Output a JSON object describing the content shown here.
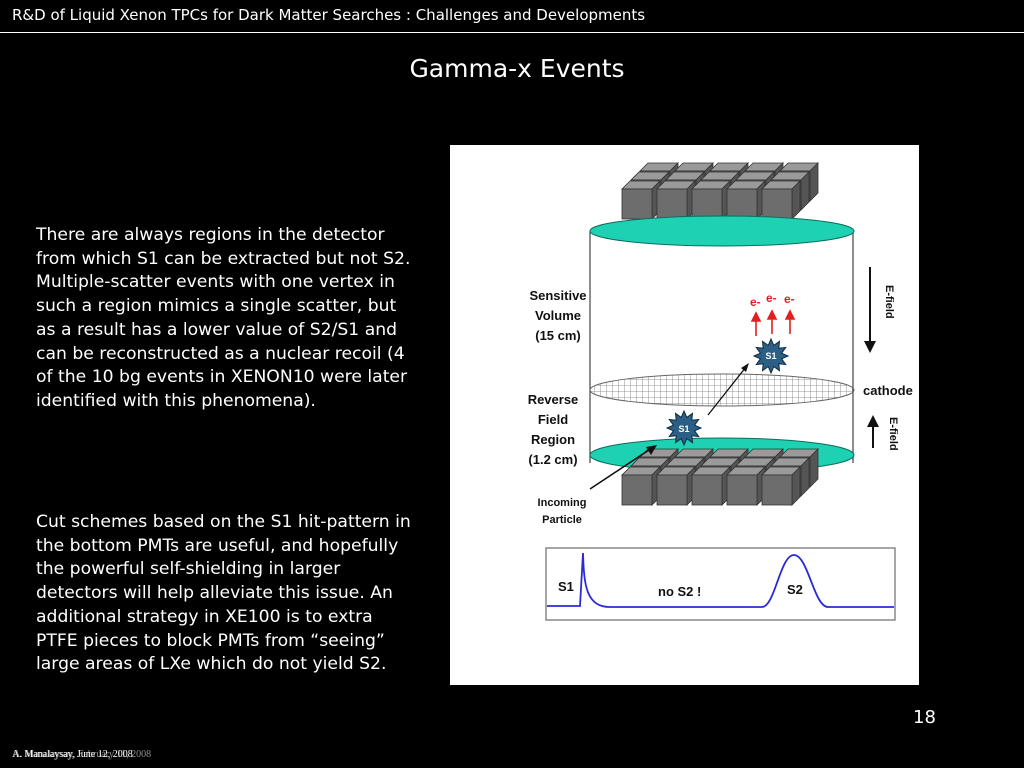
{
  "header": {
    "title": "R&D of Liquid Xenon TPCs for Dark Matter Searches : Challenges and Developments"
  },
  "slide": {
    "title": "Gamma-x Events",
    "paragraph1": "There are always regions in the detector from which S1 can be extracted but not S2.  Multiple-scatter events with one vertex in such a region mimics a single scatter, but as a result has a lower value of S2/S1 and can be reconstructed as a nuclear recoil (4 of the 10 bg events in XENON10 were later identified with this phenomena).",
    "paragraph2": "Cut schemes based on the S1 hit-pattern in the bottom PMTs are useful, and hopefully the powerful self-shielding in larger detectors will help alleviate this issue.  An additional strategy in XE100 is to extra PTFE pieces to block PMTs from “seeing” large areas of LXe which do not yield S2.",
    "number": "18"
  },
  "footer": {
    "text_main": "A. Manalaysay, June 12, 2008",
    "text_overlap": "A. Manalaysay, February 11, 2008"
  },
  "figure": {
    "sensitive_volume_line1": "Sensitive",
    "sensitive_volume_line2": "Volume",
    "sensitive_volume_line3": "(15 cm)",
    "reverse_field_line1": "Reverse",
    "reverse_field_line2": "Field",
    "reverse_field_line3": "Region",
    "reverse_field_line4": "(1.2 cm)",
    "incoming_line1": "Incoming",
    "incoming_line2": "Particle",
    "e_field_label": "E-field",
    "cathode_label": "cathode",
    "electron_label": "e-",
    "s1_star_label": "S1",
    "waveform_s1": "S1",
    "waveform_no_s2": "no S2 !",
    "waveform_s2": "S2",
    "colors": {
      "teal": "#1fd1b3",
      "pmt_gray": "#6d6d6d",
      "waveform_blue": "#2b2bd6",
      "electron_red": "#e02020",
      "star_fill": "#2b5f86"
    }
  }
}
